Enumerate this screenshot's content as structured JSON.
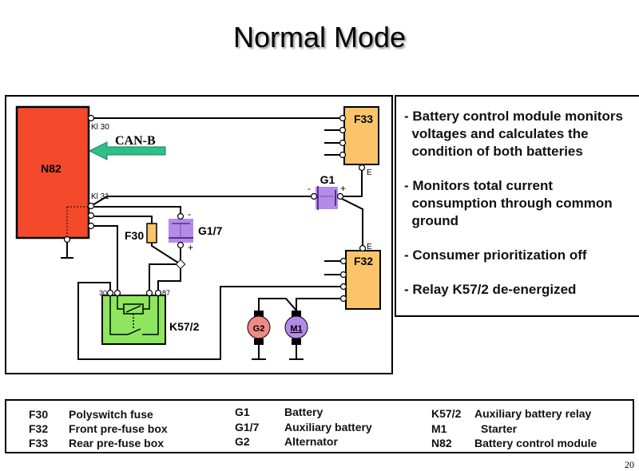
{
  "title": "Normal Mode",
  "diagram": {
    "n82_label": "N82",
    "kl30_label": "Kl 30",
    "kl31_label": "Kl 31",
    "canb_label": "CAN-B",
    "f33_label": "F33",
    "f32_label": "F32",
    "f30_label": "F30",
    "g1_label": "G1",
    "g17_label": "G1/7",
    "g2_label": "G2",
    "m1_label": "M1",
    "k572_label": "K57/2",
    "pin30_label": "30",
    "pin87_label": "87",
    "e_label": "E",
    "minus": "-",
    "plus": "+",
    "colors": {
      "n82": "#f44a2b",
      "fusebox": "#fbc46a",
      "battery": "#b48ce8",
      "relay": "#8ee65f",
      "canb_arrow": "#2ec08a",
      "alternator": "#f08a86",
      "starter": "#b48ce8"
    }
  },
  "description": [
    "- Battery control module monitors\n  voltages and calculates the\n  condition of both batteries",
    "- Monitors total current\n  consumption through common\n  ground",
    "- Consumer prioritization off",
    "- Relay K57/2 de-energized"
  ],
  "legend": [
    {
      "code": "F30",
      "desc": "Polyswitch fuse"
    },
    {
      "code": "F32",
      "desc": "Front pre-fuse box"
    },
    {
      "code": "F33",
      "desc": "Rear pre-fuse box"
    },
    {
      "code": "G1",
      "desc": "Battery"
    },
    {
      "code": "G1/7",
      "desc": "Auxiliary battery"
    },
    {
      "code": "G2",
      "desc": "Alternator"
    },
    {
      "code": "K57/2",
      "desc": "Auxiliary battery relay"
    },
    {
      "code": "M1",
      "desc": "Starter"
    },
    {
      "code": "N82",
      "desc": "Battery control module"
    }
  ],
  "page_number": "20"
}
